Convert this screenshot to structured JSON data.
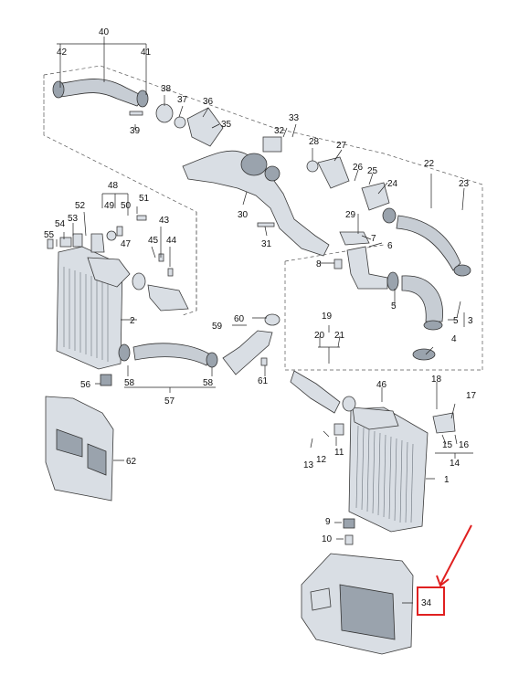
{
  "labels": [
    "1",
    "2",
    "3",
    "4",
    "5",
    "5",
    "6",
    "7",
    "8",
    "9",
    "10",
    "11",
    "12",
    "13",
    "14",
    "15",
    "16",
    "17",
    "18",
    "19",
    "20",
    "21",
    "22",
    "23",
    "24",
    "25",
    "26",
    "27",
    "28",
    "29",
    "30",
    "31",
    "32",
    "33",
    "34",
    "35",
    "36",
    "37",
    "38",
    "39",
    "40",
    "41",
    "42",
    "43",
    "44",
    "45",
    "46",
    "47",
    "48",
    "49",
    "50",
    "51",
    "52",
    "53",
    "54",
    "55",
    "56",
    "57",
    "58",
    "58",
    "59",
    "60",
    "61",
    "62"
  ],
  "highlight": {
    "label": "34",
    "color": "#e02020"
  }
}
